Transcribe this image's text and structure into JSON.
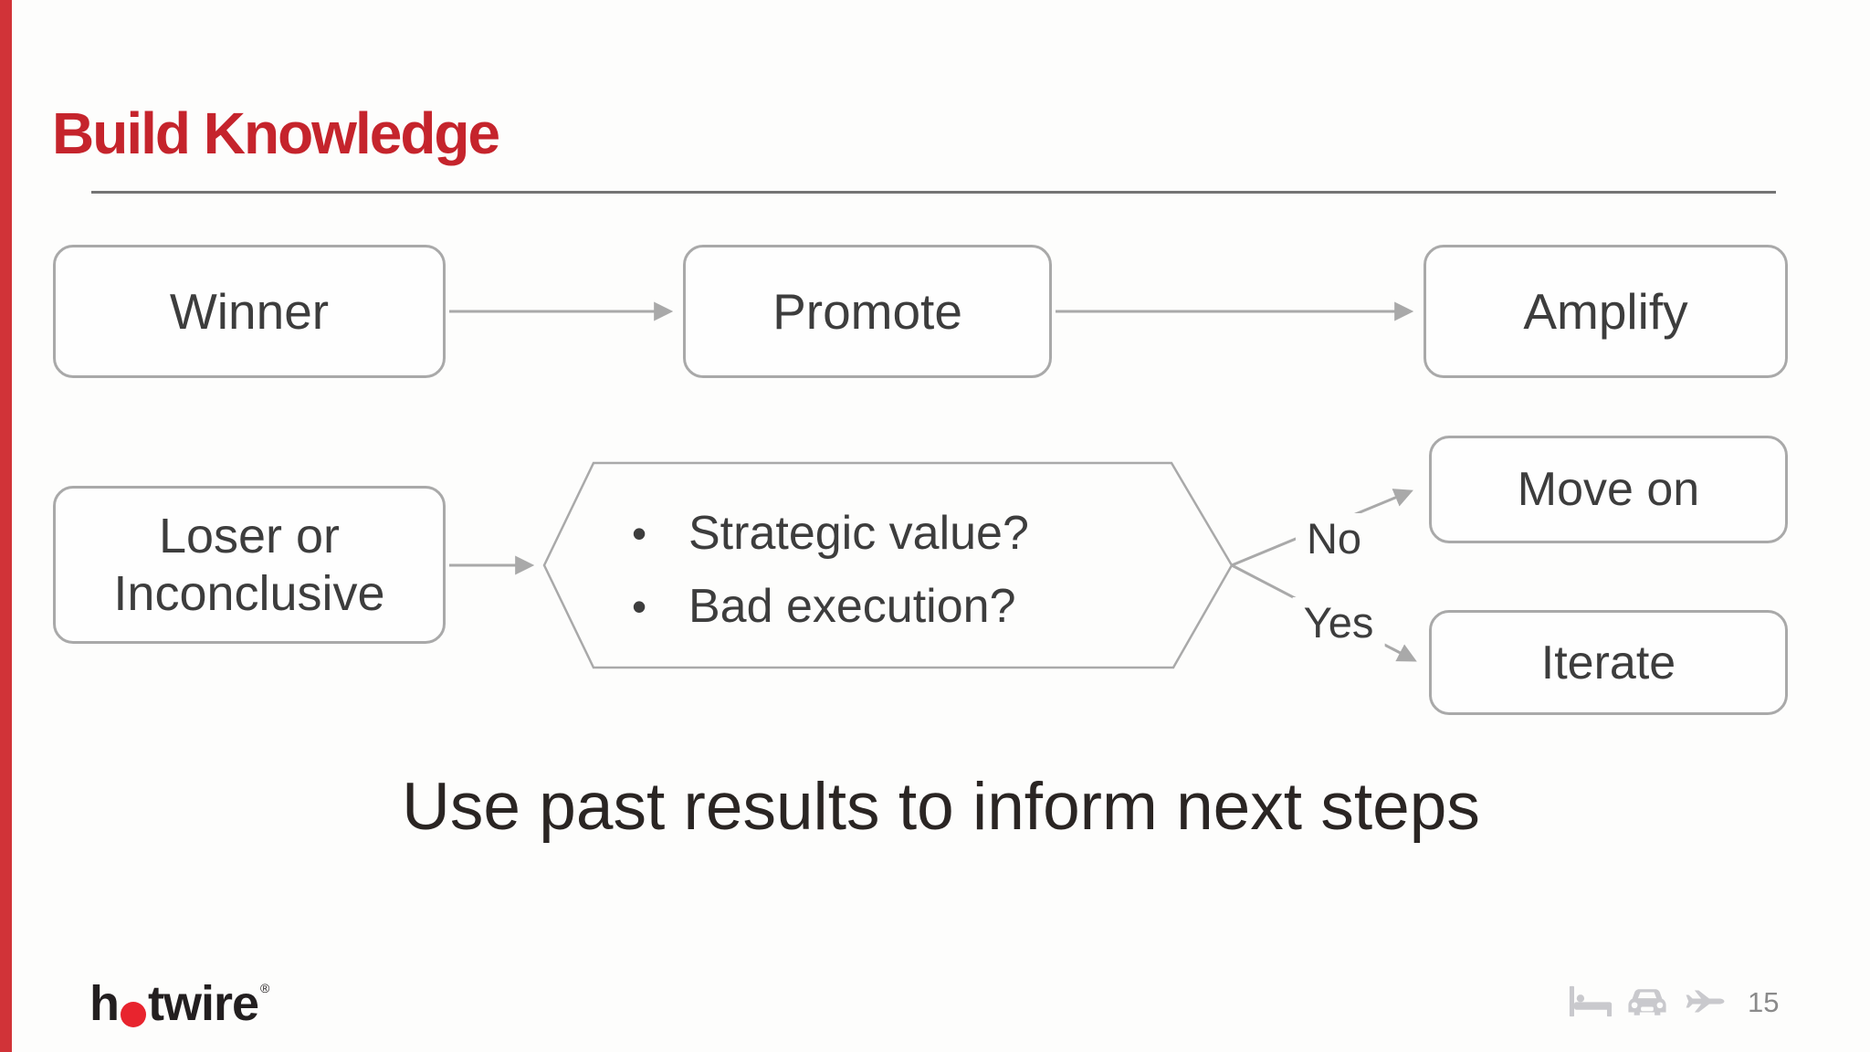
{
  "title": "Build Knowledge",
  "flow": {
    "winner": "Winner",
    "promote": "Promote",
    "amplify": "Amplify",
    "loser_line1": "Loser or",
    "loser_line2": "Inconclusive",
    "bullet_glyph": "•",
    "decision_bullets": [
      "Strategic value?",
      "Bad execution?"
    ],
    "no_label": "No",
    "yes_label": "Yes",
    "move_on": "Move on",
    "iterate": "Iterate"
  },
  "statement": "Use past results to inform next steps",
  "footer": {
    "logo_h": "h",
    "logo_rest": "twire",
    "logo_mark": "®",
    "page_number": "15"
  },
  "colors": {
    "accent_red": "#c5242c",
    "bar_red": "#d13338",
    "logo_red": "#e8242e",
    "shape_border": "#a9a9a9",
    "shape_text": "#3d3d3d",
    "statement_text": "#2a2523",
    "divider_gray": "#747474",
    "footer_icon_gray": "#c9c9cd",
    "page_number_gray": "#8a8a8a"
  }
}
